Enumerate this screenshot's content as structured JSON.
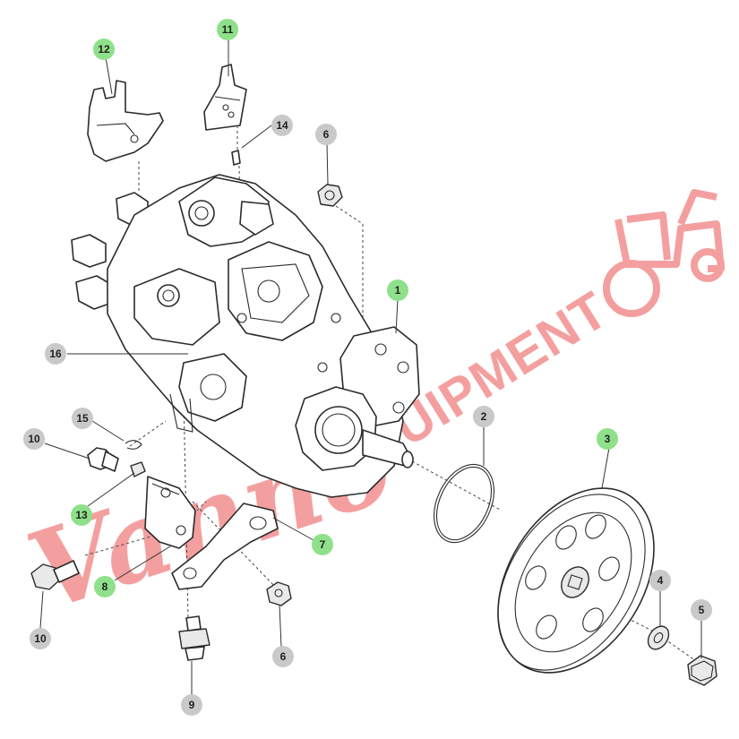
{
  "colors": {
    "callout_highlight": "#8fe08a",
    "callout_normal": "#c9c9c9",
    "watermark": "#f07f7f",
    "line": "#2b2b2b"
  },
  "watermark": {
    "script_text": "Vanno",
    "block_text": "EQUIPMENT",
    "icon": "tractor-icon"
  },
  "callouts": [
    {
      "id": "c12",
      "label": "12",
      "highlight": true
    },
    {
      "id": "c11",
      "label": "11",
      "highlight": true
    },
    {
      "id": "c14",
      "label": "14",
      "highlight": false
    },
    {
      "id": "c6a",
      "label": "6",
      "highlight": false
    },
    {
      "id": "c1",
      "label": "1",
      "highlight": true
    },
    {
      "id": "c16",
      "label": "16",
      "highlight": false
    },
    {
      "id": "c2",
      "label": "2",
      "highlight": false
    },
    {
      "id": "c3",
      "label": "3",
      "highlight": true
    },
    {
      "id": "c15",
      "label": "15",
      "highlight": false
    },
    {
      "id": "c10a",
      "label": "10",
      "highlight": false
    },
    {
      "id": "c13",
      "label": "13",
      "highlight": true
    },
    {
      "id": "c7",
      "label": "7",
      "highlight": true
    },
    {
      "id": "c8",
      "label": "8",
      "highlight": true
    },
    {
      "id": "c4",
      "label": "4",
      "highlight": false
    },
    {
      "id": "c5",
      "label": "5",
      "highlight": false
    },
    {
      "id": "c10b",
      "label": "10",
      "highlight": false
    },
    {
      "id": "c6b",
      "label": "6",
      "highlight": false
    },
    {
      "id": "c9",
      "label": "9",
      "highlight": false
    }
  ]
}
